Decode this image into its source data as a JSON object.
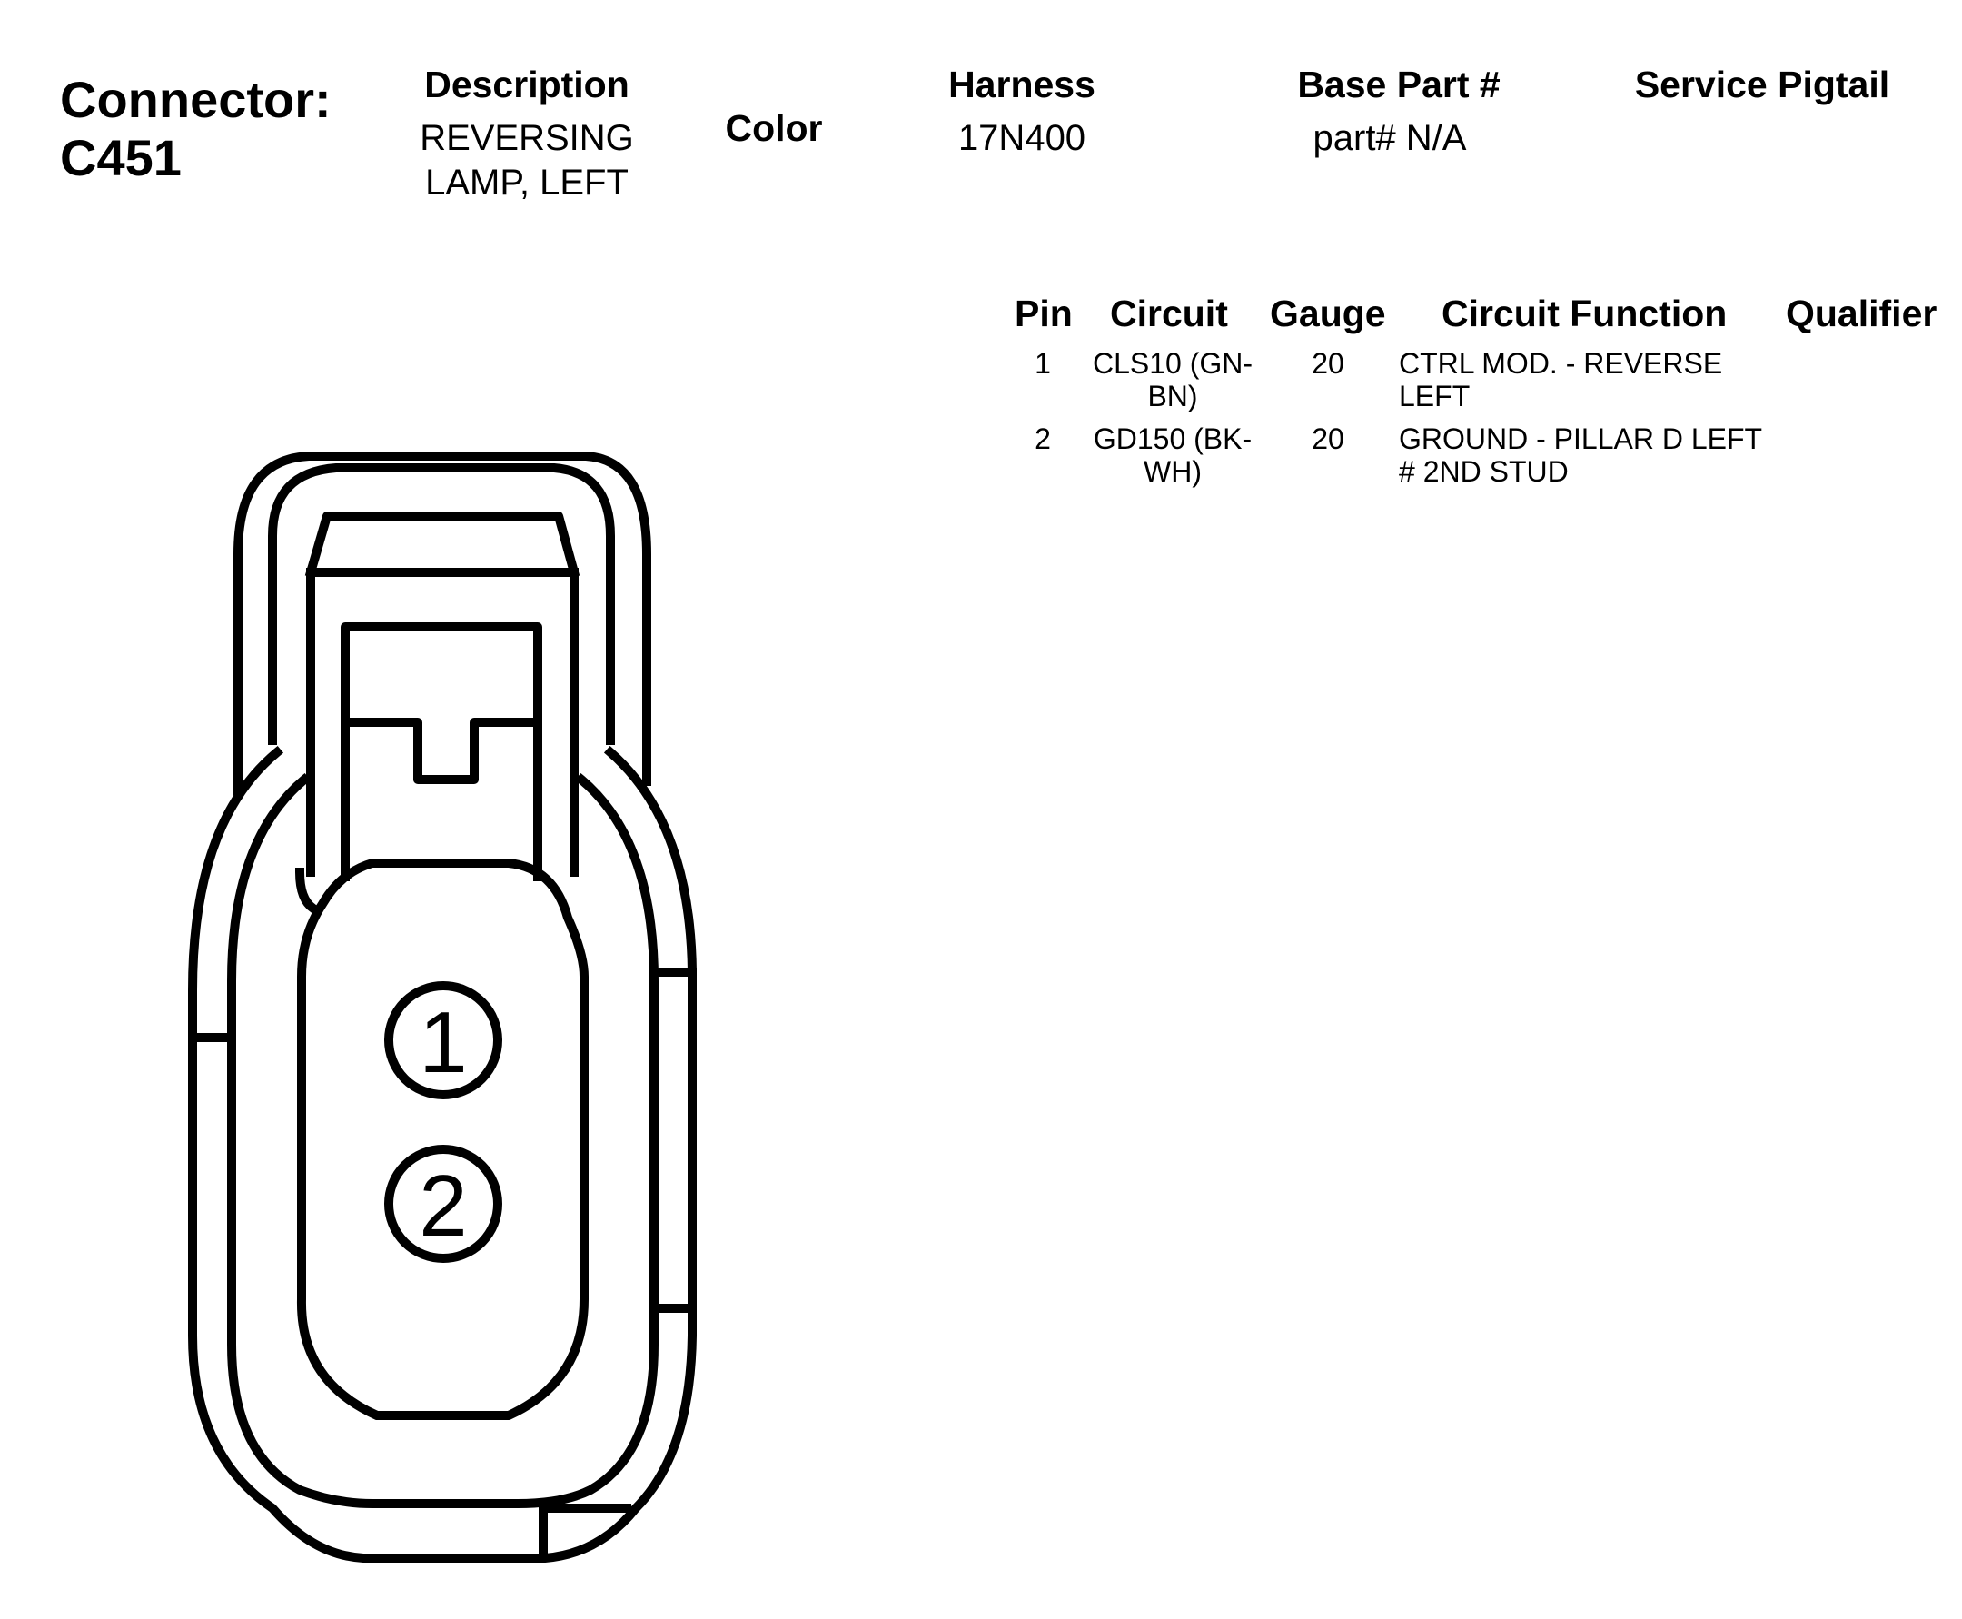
{
  "header": {
    "connector_label": "Connector:",
    "connector_id": "C451",
    "description_label": "Description",
    "description_line1": "REVERSING",
    "description_line2": "LAMP, LEFT",
    "color_label": "Color",
    "harness_label": "Harness",
    "harness_value": "17N400",
    "base_part_label": "Base Part #",
    "base_part_value": "part# N/A",
    "service_pigtail_label": "Service Pigtail"
  },
  "pin_table": {
    "columns": [
      "Pin",
      "Circuit",
      "Gauge",
      "Circuit Function",
      "Qualifier"
    ],
    "rows": [
      {
        "pin": "1",
        "circuit_line1": "CLS10 (GN-",
        "circuit_line2": "BN)",
        "gauge": "20",
        "function_line1": "CTRL MOD. - REVERSE",
        "function_line2": "LEFT",
        "qualifier": ""
      },
      {
        "pin": "2",
        "circuit_line1": "GD150 (BK-",
        "circuit_line2": "WH)",
        "gauge": "20",
        "function_line1": "GROUND - PILLAR D LEFT",
        "function_line2": "# 2ND STUD",
        "qualifier": ""
      }
    ]
  },
  "diagram": {
    "pin_labels": [
      "1",
      "2"
    ]
  }
}
